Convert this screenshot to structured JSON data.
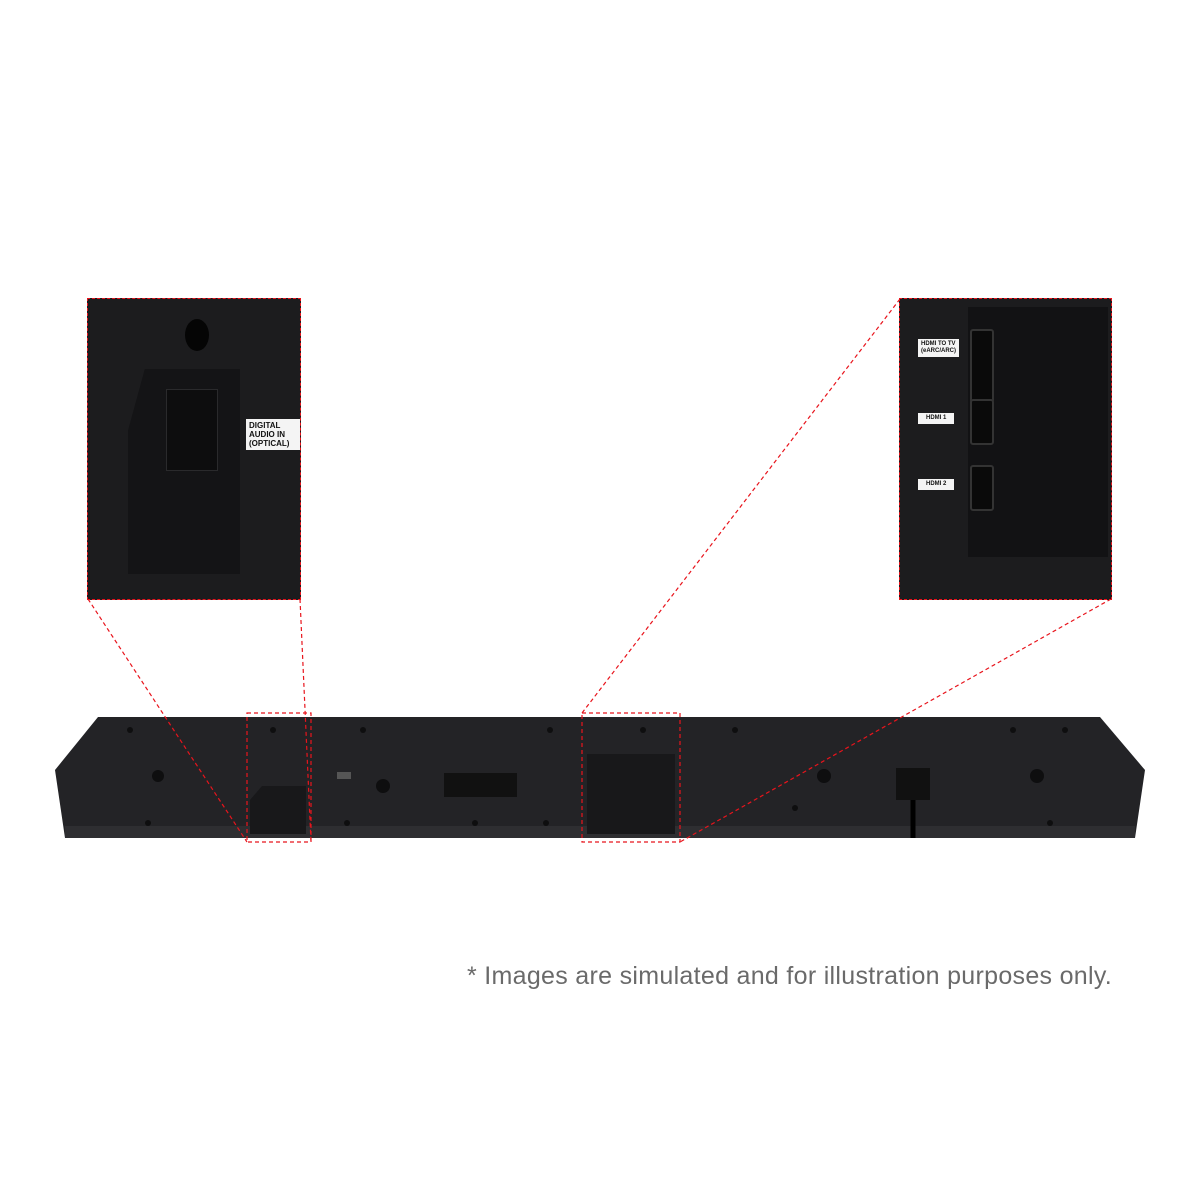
{
  "left_inset": {
    "port_label": "DIGITAL AUDIO IN\n(OPTICAL)"
  },
  "right_inset": {
    "labels": [
      "HDMI TO TV\n(eARC/ARC)",
      "HDMI 1",
      "HDMI 2"
    ]
  },
  "caption": "* Images are simulated and for illustration purposes only.",
  "colors": {
    "callout": "#e8141c",
    "device": "#1c1c1e"
  }
}
